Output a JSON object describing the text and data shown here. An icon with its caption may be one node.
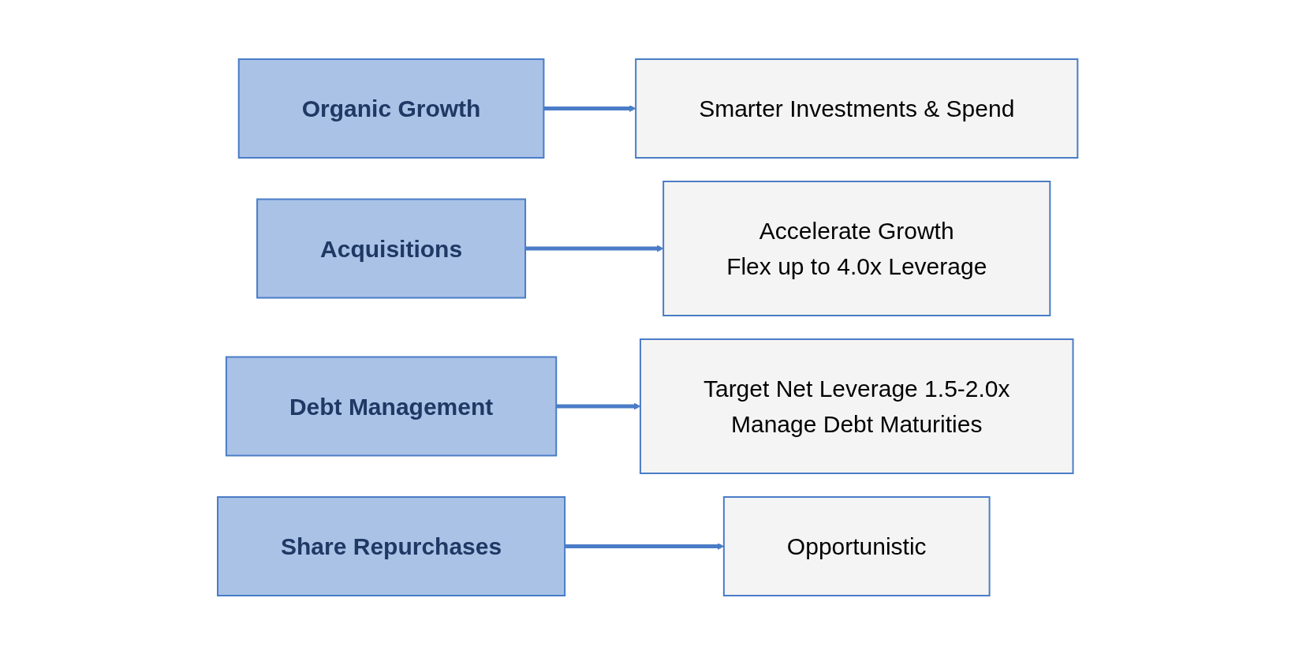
{
  "diagram": {
    "nodes": [
      {
        "text": [
          "Organic Growth"
        ]
      },
      {
        "text": [
          "Smarter Investments & Spend"
        ]
      },
      {
        "text": [
          "Acquisitions"
        ]
      },
      {
        "text": [
          "Accelerate Growth",
          "Flex up to 4.0x Leverage"
        ]
      },
      {
        "text": [
          "Debt Management"
        ]
      },
      {
        "text": [
          "Target Net Leverage 1.5-2.0x",
          "Manage Debt Maturities"
        ]
      },
      {
        "text": [
          "Share Repurchases"
        ]
      },
      {
        "text": [
          "Opportunistic"
        ]
      }
    ],
    "edges": [
      {
        "from": 0,
        "to": 1,
        "arrow": "to"
      },
      {
        "from": 2,
        "to": 3,
        "arrow": "to"
      },
      {
        "from": 4,
        "to": 5,
        "arrow": "to"
      },
      {
        "from": 6,
        "to": 7,
        "arrow": "to"
      }
    ]
  }
}
